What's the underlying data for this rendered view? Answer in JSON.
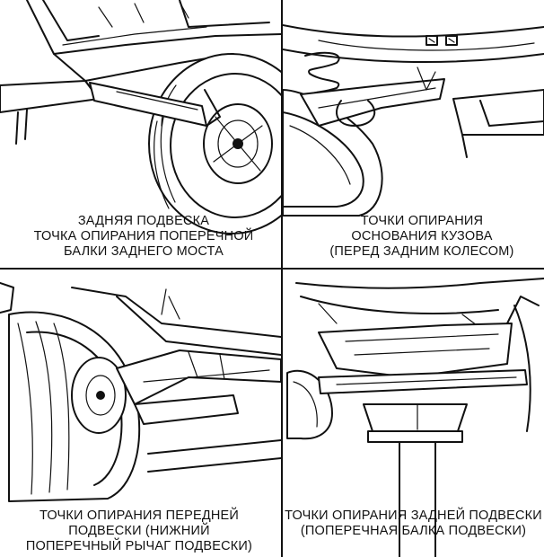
{
  "panels": [
    {
      "id": "top-left",
      "illustration": "rear-suspension-axle-beam-support",
      "caption": [
        "ЗАДНЯЯ ПОДВЕСКА",
        "ТОЧКА ОПИРАНИЯ ПОПЕРЕЧНОЙ",
        "БАЛКИ ЗАДНЕГО МОСТА"
      ]
    },
    {
      "id": "top-right",
      "illustration": "body-base-support-points",
      "caption": [
        "ТОЧКИ ОПИРАНИЯ",
        "ОСНОВАНИЯ КУЗОВА",
        "(ПЕРЕД ЗАДНИМ КОЛЕСОМ)"
      ]
    },
    {
      "id": "bottom-left",
      "illustration": "front-suspension-lower-arm-support",
      "caption": [
        "ТОЧКИ ОПИРАНИЯ ПЕРЕДНЕЙ",
        "ПОДВЕСКИ (НИЖНИЙ",
        "ПОПЕРЕЧНЫЙ РЫЧАГ ПОДВЕСКИ)"
      ]
    },
    {
      "id": "bottom-right",
      "illustration": "rear-suspension-cross-beam-lift",
      "caption": [
        "ТОЧКИ ОПИРАНИЯ ЗАДНЕЙ ПОДВЕСКИ",
        "(ПОПЕРЕЧНАЯ БАЛКА ПОДВЕСКИ)"
      ]
    }
  ]
}
